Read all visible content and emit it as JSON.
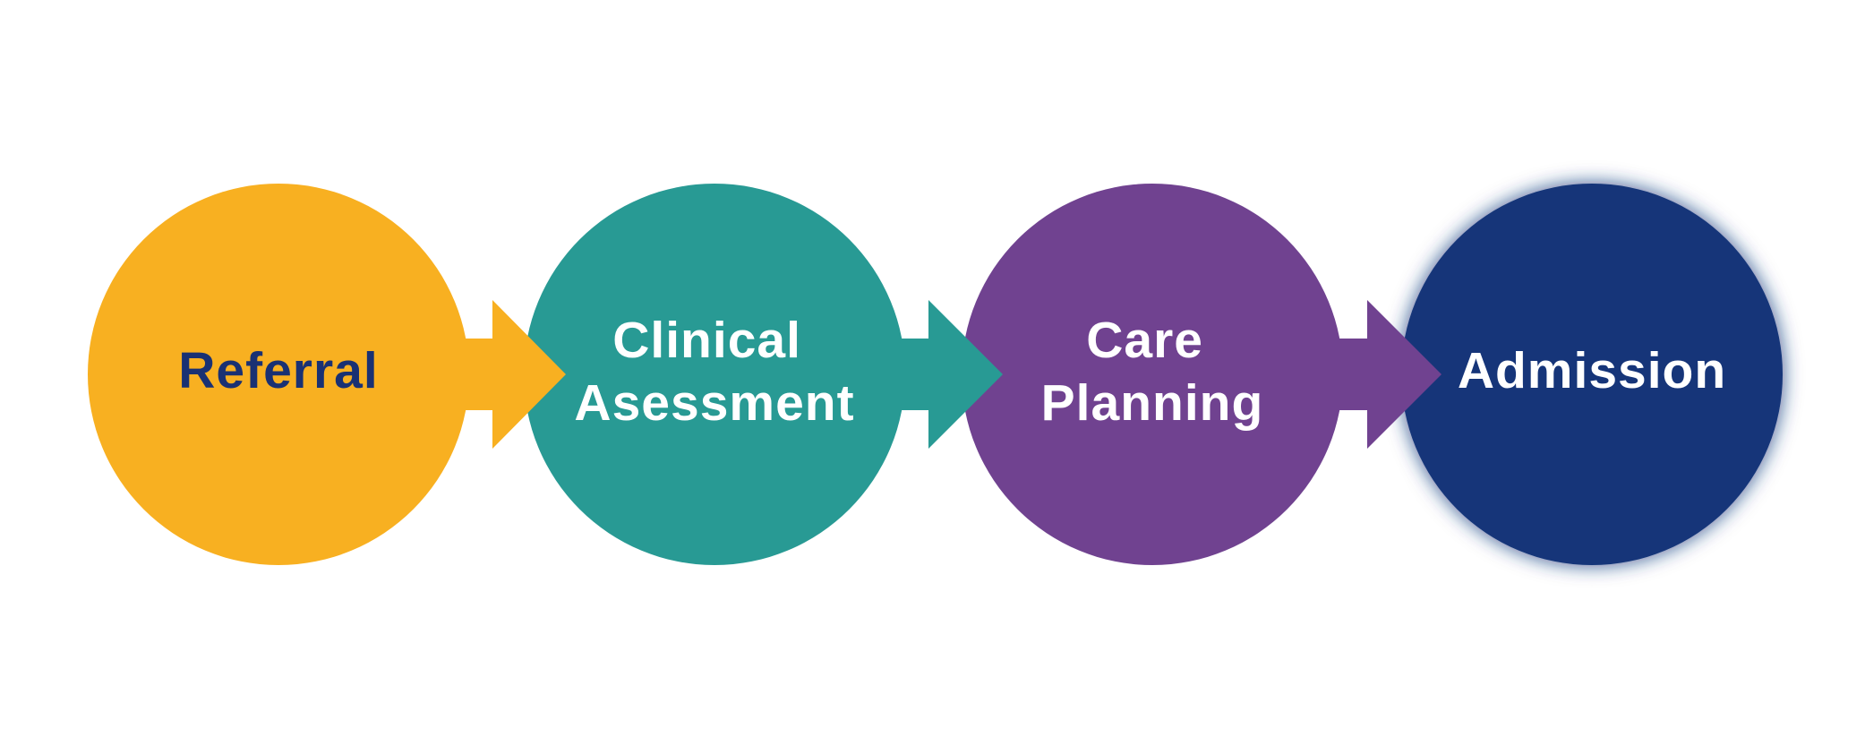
{
  "diagram": {
    "steps": [
      {
        "lines": [
          "Referral"
        ],
        "color": "#F8B021",
        "text_color": "#1A3173"
      },
      {
        "lines": [
          "Clinical",
          "Asessment"
        ],
        "color": "#289A94",
        "text_color": "#FFFFFF"
      },
      {
        "lines": [
          "Care",
          "Planning"
        ],
        "color": "#704290",
        "text_color": "#FFFFFF"
      },
      {
        "lines": [
          "Admission"
        ],
        "color": "#123479",
        "text_color": "#FFFFFF",
        "glow": true
      }
    ]
  }
}
